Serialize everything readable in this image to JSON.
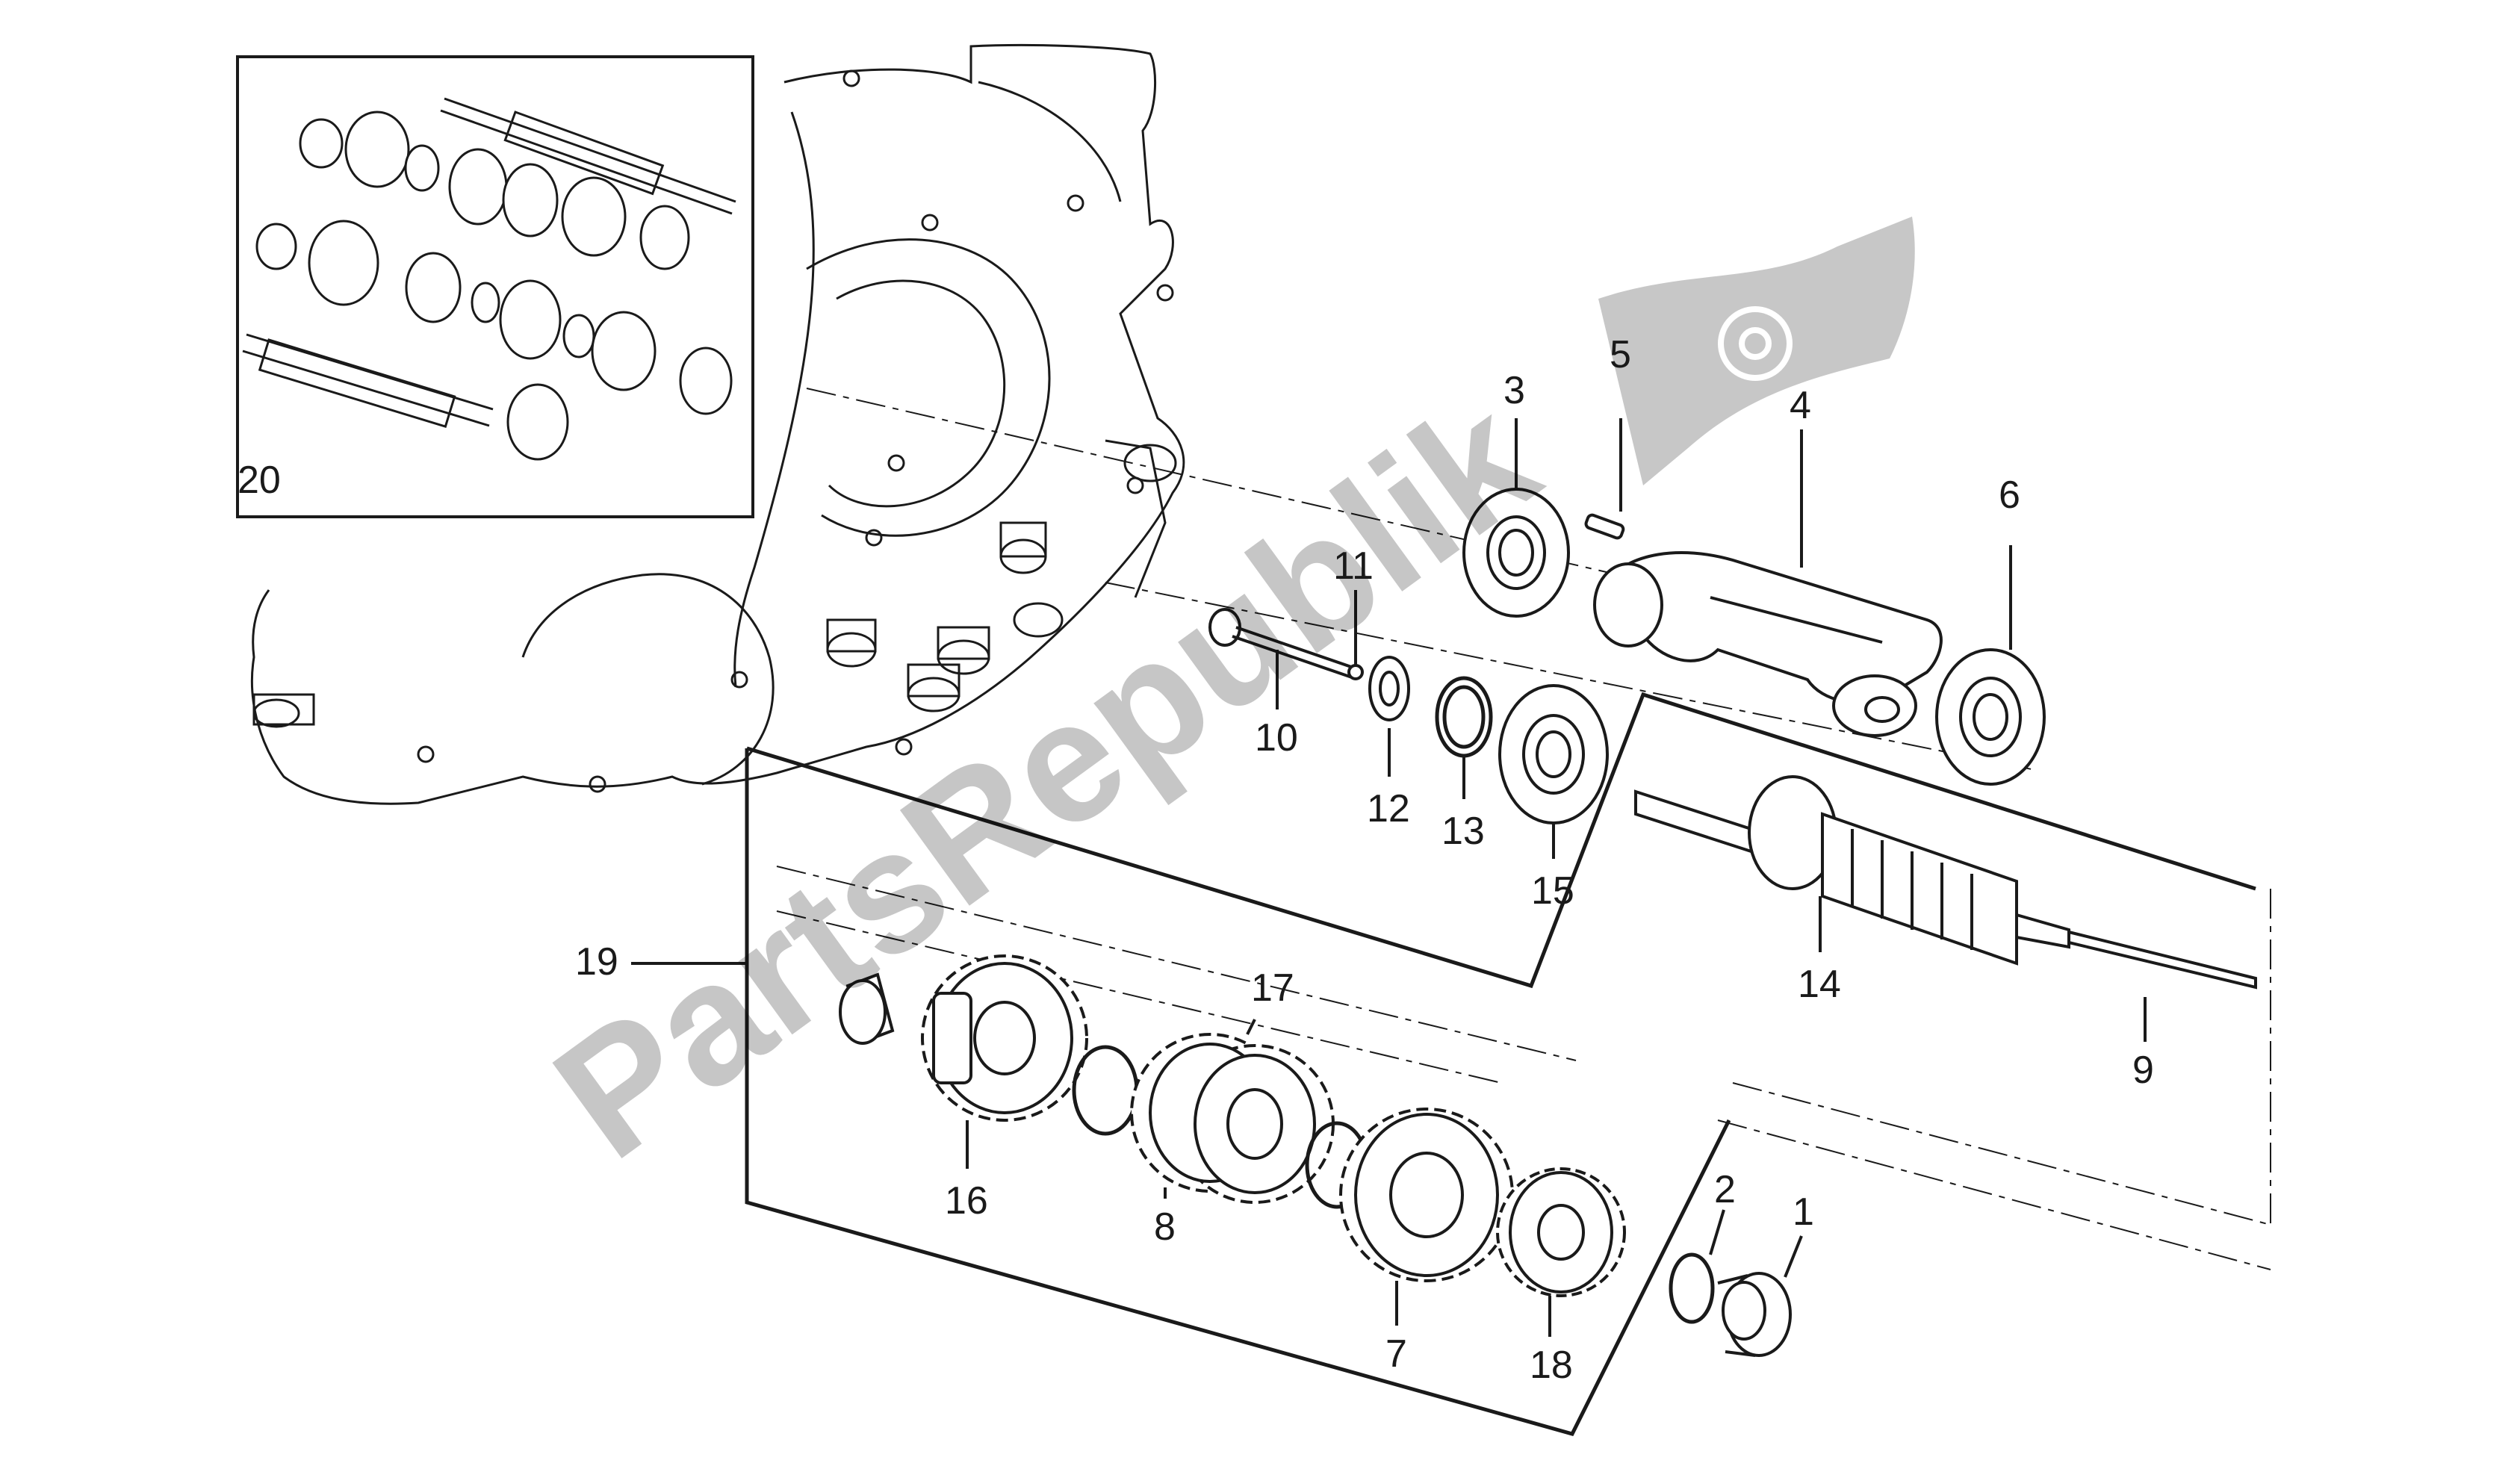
{
  "diagram": {
    "watermark_text": "PartsRepublik",
    "watermark_logo": "gear-flag-icon",
    "inset_label": "20",
    "part_labels": [
      "3",
      "5",
      "4",
      "6",
      "11",
      "10",
      "12",
      "13",
      "15",
      "14",
      "9",
      "19",
      "17",
      "16",
      "8",
      "7",
      "18",
      "2",
      "1"
    ],
    "colors": {
      "line": "#1a1a1a",
      "watermark": "#9a9a9a",
      "background": "#ffffff"
    }
  }
}
